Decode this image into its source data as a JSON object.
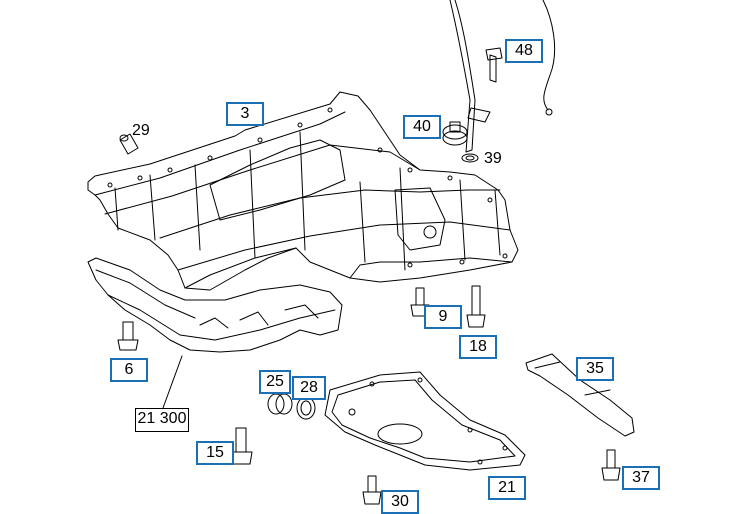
{
  "diagram": {
    "callouts": {
      "c48": "48",
      "c3": "3",
      "c29": "29",
      "c40": "40",
      "c39": "39",
      "c9": "9",
      "c18": "18",
      "c6": "6",
      "c35": "35",
      "c25": "25",
      "c28": "28",
      "c21300": "21 300",
      "c15": "15",
      "c21": "21",
      "c37": "37",
      "c30": "30"
    }
  }
}
